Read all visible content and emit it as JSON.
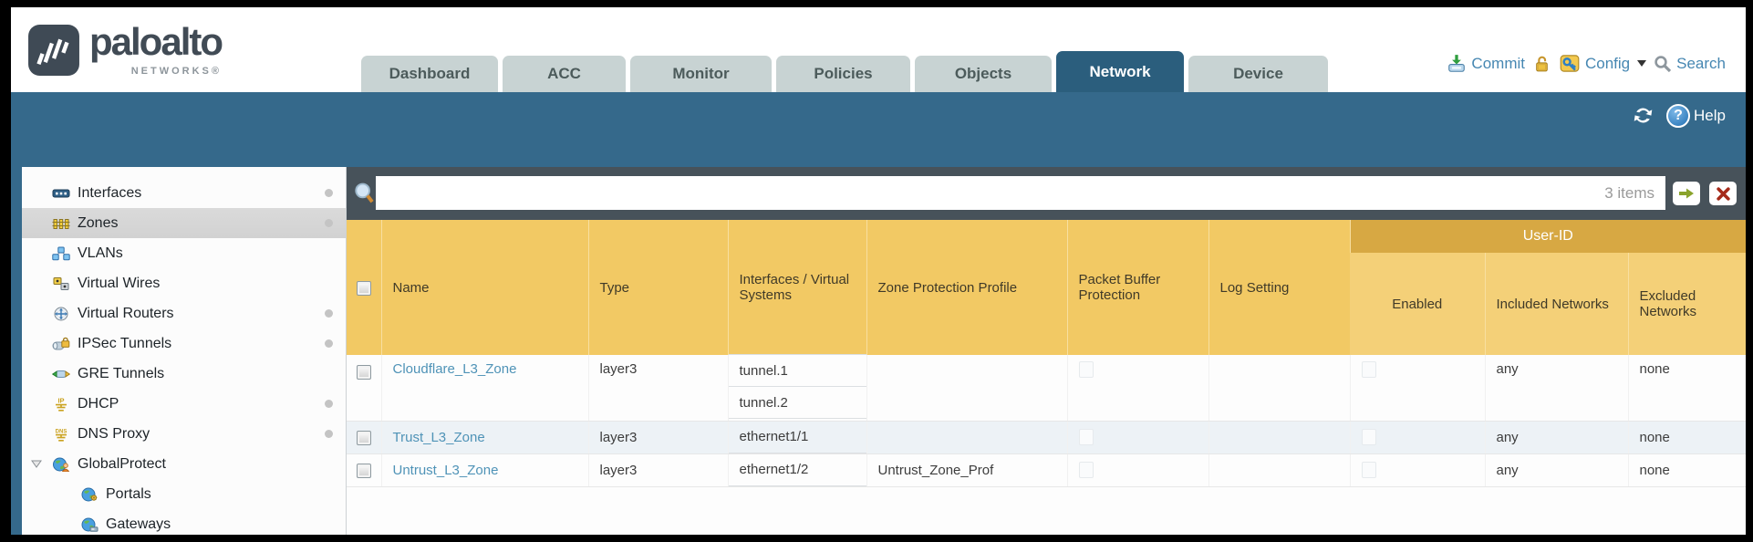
{
  "brand": {
    "logo_text": "paloalto",
    "logo_sub": "NETWORKS®",
    "logo_icon": "paloalto-logo-mark"
  },
  "nav_tabs": [
    {
      "label": "Dashboard",
      "active": false
    },
    {
      "label": "ACC",
      "active": false
    },
    {
      "label": "Monitor",
      "active": false
    },
    {
      "label": "Policies",
      "active": false
    },
    {
      "label": "Objects",
      "active": false
    },
    {
      "label": "Network",
      "active": true
    },
    {
      "label": "Device",
      "active": false
    }
  ],
  "utility": {
    "commit": {
      "label": "Commit",
      "icon": "commit-download-icon"
    },
    "lock": {
      "icon": "lock-icon"
    },
    "config": {
      "label": "Config",
      "icon": "config-key-icon",
      "caret_icon": "caret-down-icon"
    },
    "search": {
      "label": "Search",
      "icon": "search-icon"
    }
  },
  "band": {
    "refresh_icon": "refresh-icon",
    "help": {
      "label": "Help",
      "glyph": "?",
      "icon": "help-icon"
    }
  },
  "filter_bar": {
    "search_icon": "magnifier-icon",
    "input_value": "",
    "count_label": "3 items",
    "apply_icon": "apply-filter-arrow-icon",
    "clear_icon": "clear-filter-x-icon"
  },
  "sidebar": {
    "items": [
      {
        "label": "Interfaces",
        "icon": "interfaces-icon",
        "dot": true,
        "indent": 0,
        "selected": false
      },
      {
        "label": "Zones",
        "icon": "zones-icon",
        "dot": true,
        "indent": 0,
        "selected": true
      },
      {
        "label": "VLANs",
        "icon": "vlans-icon",
        "dot": false,
        "indent": 0,
        "selected": false
      },
      {
        "label": "Virtual Wires",
        "icon": "virtual-wires-icon",
        "dot": false,
        "indent": 0,
        "selected": false
      },
      {
        "label": "Virtual Routers",
        "icon": "virtual-routers-icon",
        "dot": true,
        "indent": 0,
        "selected": false
      },
      {
        "label": "IPSec Tunnels",
        "icon": "ipsec-tunnels-icon",
        "dot": true,
        "indent": 0,
        "selected": false
      },
      {
        "label": "GRE Tunnels",
        "icon": "gre-tunnels-icon",
        "dot": false,
        "indent": 0,
        "selected": false
      },
      {
        "label": "DHCP",
        "icon": "dhcp-icon",
        "dot": true,
        "indent": 0,
        "selected": false
      },
      {
        "label": "DNS Proxy",
        "icon": "dns-proxy-icon",
        "dot": true,
        "indent": 0,
        "selected": false
      },
      {
        "label": "GlobalProtect",
        "icon": "globalprotect-icon",
        "dot": false,
        "indent": 0,
        "selected": false,
        "expander": true
      },
      {
        "label": "Portals",
        "icon": "portals-icon",
        "dot": false,
        "indent": 1,
        "selected": false
      },
      {
        "label": "Gateways",
        "icon": "gateways-icon",
        "dot": false,
        "indent": 1,
        "selected": false
      }
    ]
  },
  "table": {
    "group_header": "User-ID",
    "columns": [
      "Name",
      "Type",
      "Interfaces / Virtual Systems",
      "Zone Protection Profile",
      "Packet Buffer Protection",
      "Log Setting",
      "Enabled",
      "Included Networks",
      "Excluded Networks"
    ],
    "rows": [
      {
        "name": "Cloudflare_L3_Zone",
        "type": "layer3",
        "interfaces": [
          "tunnel.1",
          "tunnel.2"
        ],
        "zone_protection_profile": "",
        "packet_buffer_protection_checked": false,
        "log_setting": "",
        "user_id_enabled_checked": false,
        "included_networks": "any",
        "excluded_networks": "none"
      },
      {
        "name": "Trust_L3_Zone",
        "type": "layer3",
        "interfaces": [
          "ethernet1/1"
        ],
        "zone_protection_profile": "",
        "packet_buffer_protection_checked": false,
        "log_setting": "",
        "user_id_enabled_checked": false,
        "included_networks": "any",
        "excluded_networks": "none"
      },
      {
        "name": "Untrust_L3_Zone",
        "type": "layer3",
        "interfaces": [
          "ethernet1/2"
        ],
        "zone_protection_profile": "Untrust_Zone_Prof",
        "packet_buffer_protection_checked": false,
        "log_setting": "",
        "user_id_enabled_checked": false,
        "included_networks": "any",
        "excluded_networks": "none"
      }
    ]
  },
  "colors": {
    "accent_teal": "#35698b",
    "toolbar_gray": "#47525a",
    "header_gold": "#f2c964",
    "header_gold_dark": "#d7a843",
    "tab_active": "#2b5e7d",
    "link_blue": "#4f93b7"
  }
}
